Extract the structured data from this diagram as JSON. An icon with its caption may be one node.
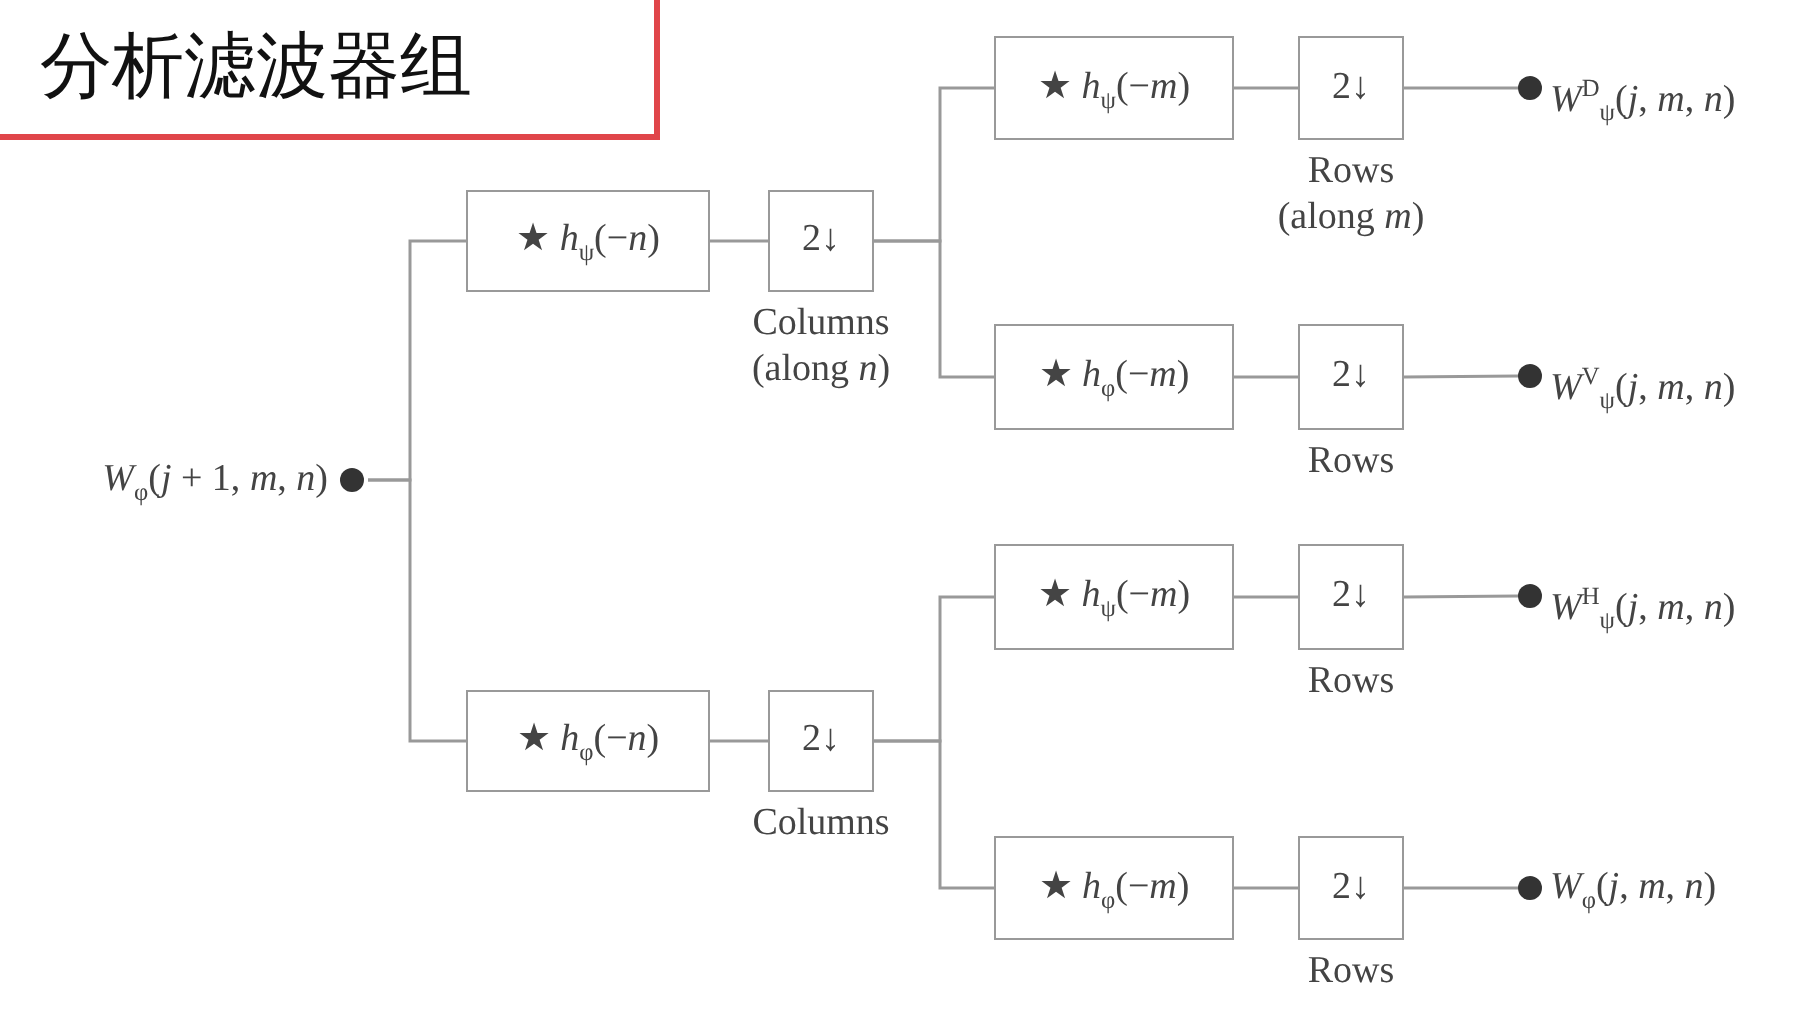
{
  "diagram": {
    "title": "分析滤波器组",
    "nodes": [
      {
        "text": [
          "*W*$_{φ}$(*j* + 1, *m*, *n*)"
        ]
      },
      {
        "text": [
          "★ *h*$_{ψ}$(−*n*)"
        ]
      },
      {
        "text": [
          "2↓"
        ],
        "beside": [
          "Columns (along *n*)"
        ]
      },
      {
        "text": [
          "★ *h*$_{φ}$(−*n*)"
        ]
      },
      {
        "text": [
          "2↓"
        ],
        "beside": [
          "Columns"
        ]
      },
      {
        "text": [
          "★ *h*$_{ψ}$(−*m*)"
        ]
      },
      {
        "text": [
          "2↓"
        ],
        "beside": [
          "Rows (along *m*)"
        ]
      },
      {
        "text": [
          "*W*$^{D}$$_{ψ}$(*j*, *m*, *n*)"
        ]
      },
      {
        "text": [
          "★ *h*$_{φ}$(−*m*)"
        ]
      },
      {
        "text": [
          "2↓"
        ],
        "beside": [
          "Rows"
        ]
      },
      {
        "text": [
          "*W*$^{V}$$_{ψ}$(*j*, *m*, *n*)"
        ]
      },
      {
        "text": [
          "★ *h*$_{ψ}$(−*m*)"
        ]
      },
      {
        "text": [
          "2↓"
        ],
        "beside": [
          "Rows"
        ]
      },
      {
        "text": [
          "*W*$^{H}$$_{ψ}$(*j*, *m*, *n*)"
        ]
      },
      {
        "text": [
          "★ *h*$_{φ}$(−*m*)"
        ]
      },
      {
        "text": [
          "2↓"
        ],
        "beside": [
          "Rows"
        ]
      },
      {
        "text": [
          "*W*$_{φ}$(*j*, *m*, *n*)"
        ]
      }
    ],
    "edges": [
      {
        "from": 0,
        "to": 1,
        "arrow": "none"
      },
      {
        "from": 0,
        "to": 3,
        "arrow": "none"
      },
      {
        "from": 1,
        "to": 2,
        "arrow": "none"
      },
      {
        "from": 3,
        "to": 4,
        "arrow": "none"
      },
      {
        "from": 2,
        "to": 5,
        "arrow": "none"
      },
      {
        "from": 2,
        "to": 8,
        "arrow": "none"
      },
      {
        "from": 4,
        "to": 11,
        "arrow": "none"
      },
      {
        "from": 4,
        "to": 14,
        "arrow": "none"
      },
      {
        "from": 5,
        "to": 6,
        "arrow": "none"
      },
      {
        "from": 6,
        "to": 7,
        "arrow": "none"
      },
      {
        "from": 8,
        "to": 9,
        "arrow": "none"
      },
      {
        "from": 9,
        "to": 10,
        "arrow": "none"
      },
      {
        "from": 11,
        "to": 12,
        "arrow": "none"
      },
      {
        "from": 12,
        "to": 13,
        "arrow": "none"
      },
      {
        "from": 14,
        "to": 15,
        "arrow": "none"
      },
      {
        "from": 15,
        "to": 16,
        "arrow": "none"
      }
    ]
  }
}
